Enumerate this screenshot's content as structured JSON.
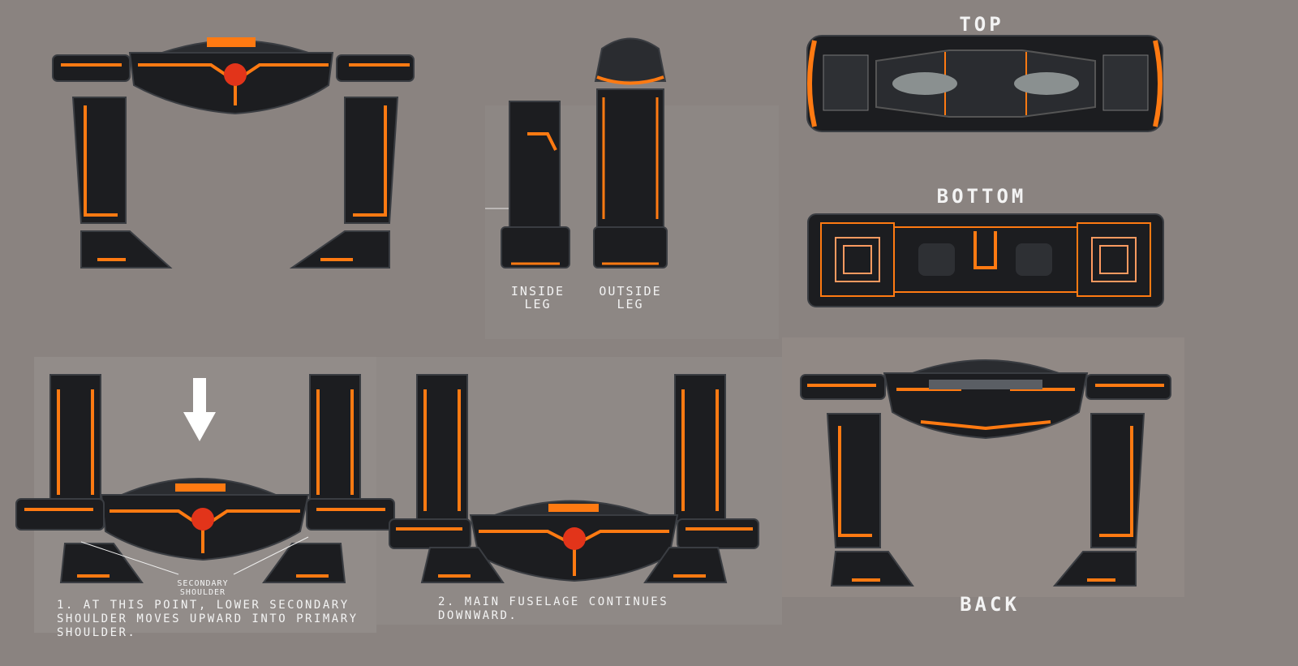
{
  "labels": {
    "top": "TOP",
    "bottom": "BOTTOM",
    "back": "BACK",
    "inside_leg": "INSIDE\nLEG",
    "outside_leg": "OUTSIDE\nLEG",
    "secondary_shoulder": "SECONDARY\nSHOULDER"
  },
  "notes": {
    "step1": "1. AT THIS POINT, LOWER SECONDARY\nSHOULDER MOVES UPWARD INTO PRIMARY\nSHOULDER.",
    "step2": "2. MAIN FUSELAGE CONTINUES\nDOWNWARD."
  },
  "colors": {
    "background": "#8a8380",
    "hull": "#1c1d20",
    "hull_light": "#3a3d42",
    "accent": "#ff7a12",
    "accent_red": "#e2341a",
    "text": "#f3f3f3"
  }
}
